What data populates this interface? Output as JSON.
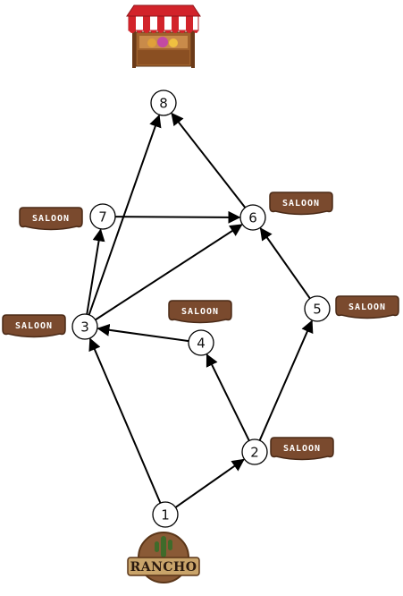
{
  "diagram": {
    "nodes": [
      {
        "id": "1",
        "label": "1"
      },
      {
        "id": "2",
        "label": "2"
      },
      {
        "id": "3",
        "label": "3"
      },
      {
        "id": "4",
        "label": "4"
      },
      {
        "id": "5",
        "label": "5"
      },
      {
        "id": "6",
        "label": "6"
      },
      {
        "id": "7",
        "label": "7"
      },
      {
        "id": "8",
        "label": "8"
      }
    ],
    "edges": [
      {
        "from": "1",
        "to": "2"
      },
      {
        "from": "1",
        "to": "3"
      },
      {
        "from": "2",
        "to": "4"
      },
      {
        "from": "2",
        "to": "5"
      },
      {
        "from": "4",
        "to": "3"
      },
      {
        "from": "5",
        "to": "6"
      },
      {
        "from": "3",
        "to": "7"
      },
      {
        "from": "3",
        "to": "8"
      },
      {
        "from": "3",
        "to": "6"
      },
      {
        "from": "7",
        "to": "6"
      },
      {
        "from": "6",
        "to": "8"
      }
    ],
    "signs": {
      "saloon_label": "SALOON",
      "rancho_label": "RANCHO",
      "market_stall_icon": "market-stall-icon"
    },
    "colors": {
      "edge": "#000000",
      "node_fill": "#ffffff",
      "sign_wood": "#7a4a2e",
      "sign_border": "#4a2a17",
      "stall_stripe_red": "#d2232a",
      "stall_stripe_white": "#ffffff"
    }
  }
}
